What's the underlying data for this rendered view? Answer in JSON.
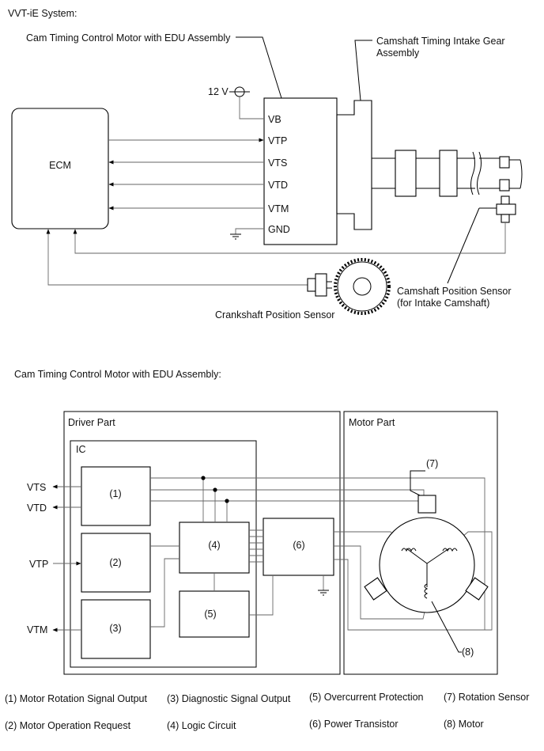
{
  "top": {
    "section_title": "VVT-iE System:",
    "motor_assembly_label": "Cam Timing Control Motor with EDU Assembly",
    "gear_label_line1": "Camshaft Timing Intake Gear",
    "gear_label_line2": "Assembly",
    "supply_label": "12 V",
    "ecm_label": "ECM",
    "pins": [
      "VB",
      "VTP",
      "VTS",
      "VTD",
      "VTM",
      "GND"
    ],
    "cam_sensor_line1": "Camshaft Position Sensor",
    "cam_sensor_line2": "(for Intake Camshaft)",
    "crank_sensor_label": "Crankshaft Position Sensor"
  },
  "bottom": {
    "section_title": "Cam Timing Control Motor with EDU Assembly:",
    "driver_part": "Driver Part",
    "motor_part": "Motor Part",
    "ic_label": "IC",
    "blocks": [
      "(1)",
      "(2)",
      "(3)",
      "(4)",
      "(5)",
      "(6)",
      "(7)",
      "(8)"
    ],
    "signals": {
      "vts": "VTS",
      "vtd": "VTD",
      "vtp": "VTP",
      "vtm": "VTM"
    }
  },
  "legend": [
    "(1) Motor Rotation Signal Output",
    "(3) Diagnostic Signal Output",
    "(5) Overcurrent Protection",
    "(7) Rotation Sensor",
    "(2) Motor Operation Request",
    "(4) Logic Circuit",
    "(6) Power Transistor",
    "(8) Motor"
  ]
}
